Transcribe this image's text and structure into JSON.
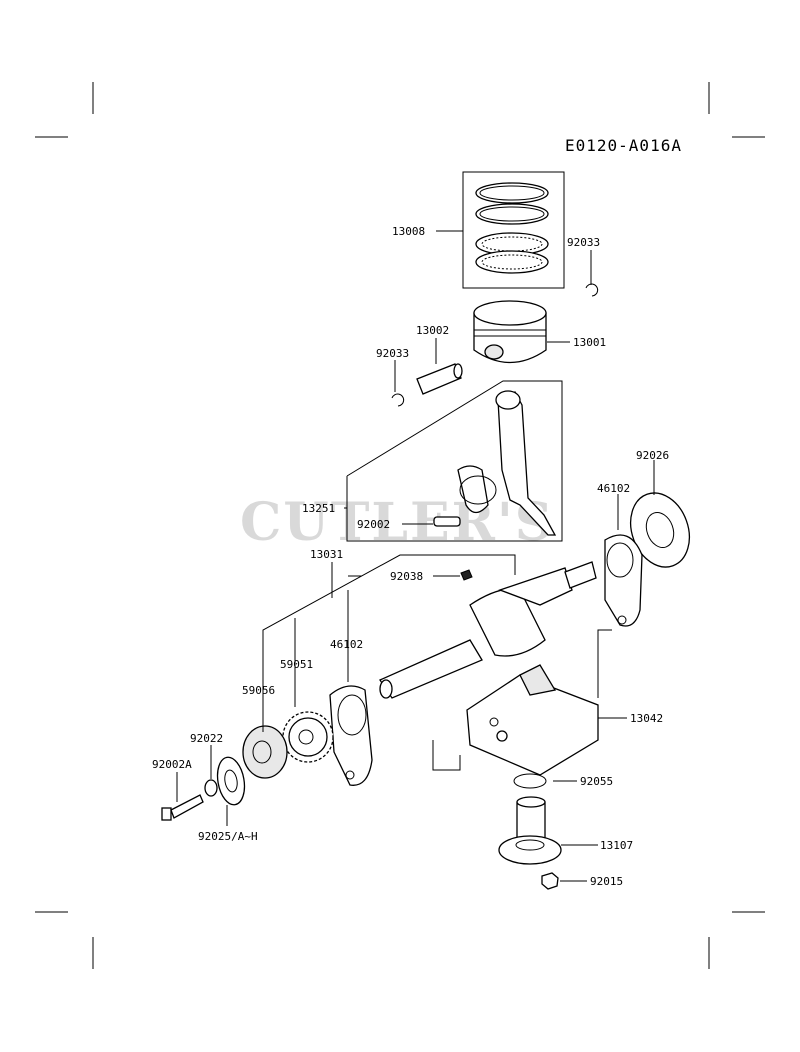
{
  "diagram_code": "E0120-A016A",
  "watermark": "CUTLER'S",
  "labels": {
    "l13008": "13008",
    "l92033a": "92033",
    "l13002": "13002",
    "l13001": "13001",
    "l92033b": "92033",
    "l13251": "13251",
    "l92002": "92002",
    "l92026": "92026",
    "l46102a": "46102",
    "l13031": "13031",
    "l92038": "92038",
    "l46102b": "46102",
    "l59051": "59051",
    "l59056": "59056",
    "l92022": "92022",
    "l92002A": "92002A",
    "l13042": "13042",
    "l92055": "92055",
    "l92025": "92025/A~H",
    "l13107": "13107",
    "l92015": "92015"
  }
}
